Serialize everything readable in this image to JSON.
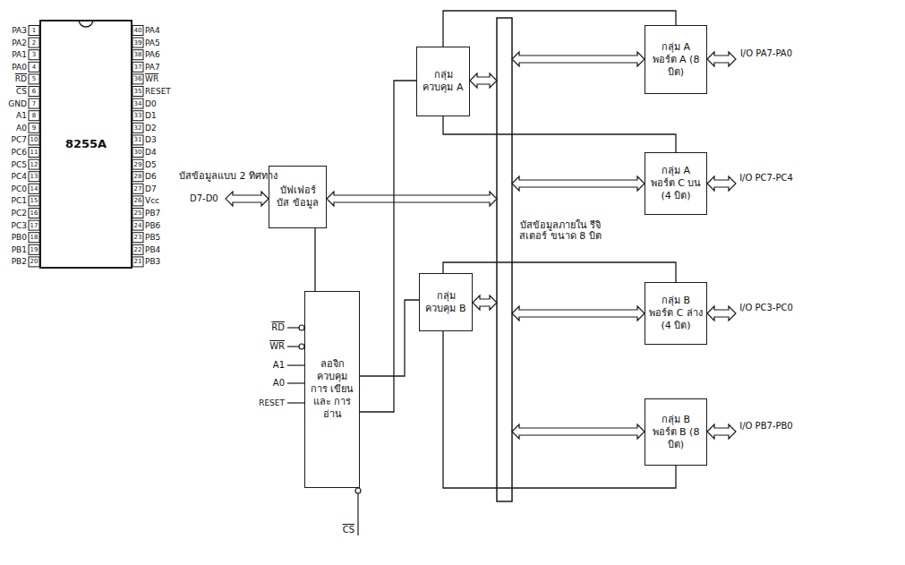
{
  "diagram": {
    "nodes": [
      {
        "text": [
          "8255A"
        ]
      },
      {
        "text": [
          "บัฟเฟอร์ บัส ข้อมูล"
        ]
      },
      {
        "text": [
          "ลอจิก ควบคุม การ เขียน และ การอ่าน"
        ]
      },
      {
        "text": [
          "กลุ่ม ควบคุม A"
        ]
      },
      {
        "text": [
          "กลุ่ม ควบคุม B"
        ]
      },
      {
        "text": [
          "กลุ่ม A พอร์ต A (8 บิต)"
        ]
      },
      {
        "text": [
          "กลุ่ม A พอร์ต C บน (4 บิต)"
        ]
      },
      {
        "text": [
          "กลุ่ม B พอร์ต C ล่าง (4 บิต)"
        ]
      },
      {
        "text": [
          "กลุ่ม B พอร์ต B (8 บิต)"
        ]
      }
    ],
    "edges": [
      {
        "from": 1,
        "to": 2,
        "arrow": "none"
      },
      {
        "from": 2,
        "to": 3,
        "arrow": "none"
      },
      {
        "from": 2,
        "to": 4,
        "arrow": "none"
      },
      {
        "from": 3,
        "to": 5,
        "arrow": "none"
      },
      {
        "from": 3,
        "to": 6,
        "arrow": "none"
      },
      {
        "from": 4,
        "to": 7,
        "arrow": "none"
      },
      {
        "from": 4,
        "to": 8,
        "arrow": "none"
      }
    ],
    "labels": [
      "PA3",
      "1",
      "40",
      "PA4",
      "PA2",
      "2",
      "39",
      "PA5",
      "PA1",
      "3",
      "38",
      "PA6",
      "PA0",
      "4",
      "37",
      "PA7",
      "RD",
      "5",
      "36",
      "WR",
      "CS",
      "6",
      "35",
      "RESET",
      "GND",
      "7",
      "34",
      "D0",
      "A1",
      "8",
      "33",
      "D1",
      "A0",
      "9",
      "32",
      "D2",
      "PC7",
      "10",
      "31",
      "D3",
      "PC6",
      "11",
      "30",
      "D4",
      "PC5",
      "12",
      "29",
      "D5",
      "PC4",
      "13",
      "28",
      "D6",
      "PC0",
      "14",
      "27",
      "D7",
      "PC1",
      "15",
      "26",
      "Vcc",
      "PC2",
      "16",
      "25",
      "PB7",
      "PC3",
      "17",
      "24",
      "PB6",
      "PB0",
      "18",
      "23",
      "PB5",
      "PB1",
      "19",
      "22",
      "PB4",
      "PB2",
      "20",
      "21",
      "PB3",
      "บัสข้อมูลแบบ 2 ทิศทาง",
      "D7-D0",
      "บัสข้อมูลภายใน รีจิสเตอร์ ขนาด 8 บิต",
      "RD",
      "WR",
      "A1",
      "A0",
      "RESET",
      "CS",
      "I/O PA7-PA0",
      "I/O PC7-PC4",
      "I/O PC3-PC0",
      "I/O PB7-PB0"
    ]
  }
}
